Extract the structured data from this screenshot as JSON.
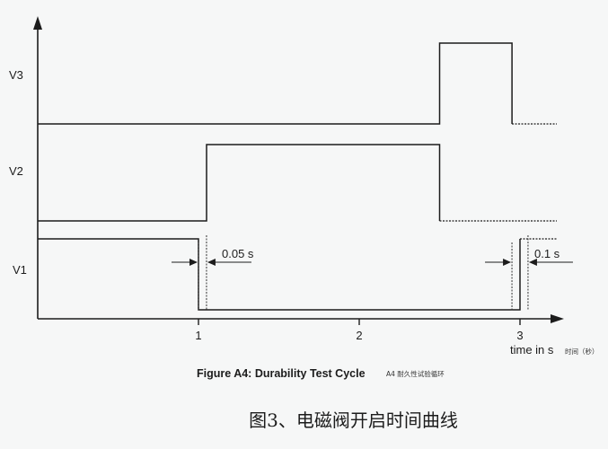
{
  "chart_data": {
    "type": "line",
    "xlabel": "time in s",
    "xlabel_cn": "时间（秒）",
    "x_ticks": [
      1,
      2,
      3
    ],
    "xlim": [
      0,
      3.25
    ],
    "series": [
      {
        "name": "V3",
        "points": [
          [
            0,
            0
          ],
          [
            2.5,
            0
          ],
          [
            2.5,
            1
          ],
          [
            2.95,
            1
          ],
          [
            2.95,
            0
          ]
        ]
      },
      {
        "name": "V2",
        "points": [
          [
            0,
            0
          ],
          [
            1.05,
            0
          ],
          [
            1.05,
            1
          ],
          [
            2.5,
            1
          ],
          [
            2.5,
            0
          ]
        ]
      },
      {
        "name": "V1",
        "points": [
          [
            0,
            1
          ],
          [
            1,
            1
          ],
          [
            1,
            0
          ],
          [
            3,
            0
          ],
          [
            3,
            1
          ]
        ]
      }
    ],
    "annotations": [
      {
        "text": "0.05 s",
        "from": 1.0,
        "to": 1.05
      },
      {
        "text": "0.1 s",
        "from": 2.95,
        "to": 3.05
      }
    ]
  },
  "caption": {
    "en": "Figure A4: Durability Test Cycle",
    "en_small": "A4 耐久性试验循环",
    "cn": "图3、电磁阀开启时间曲线"
  }
}
